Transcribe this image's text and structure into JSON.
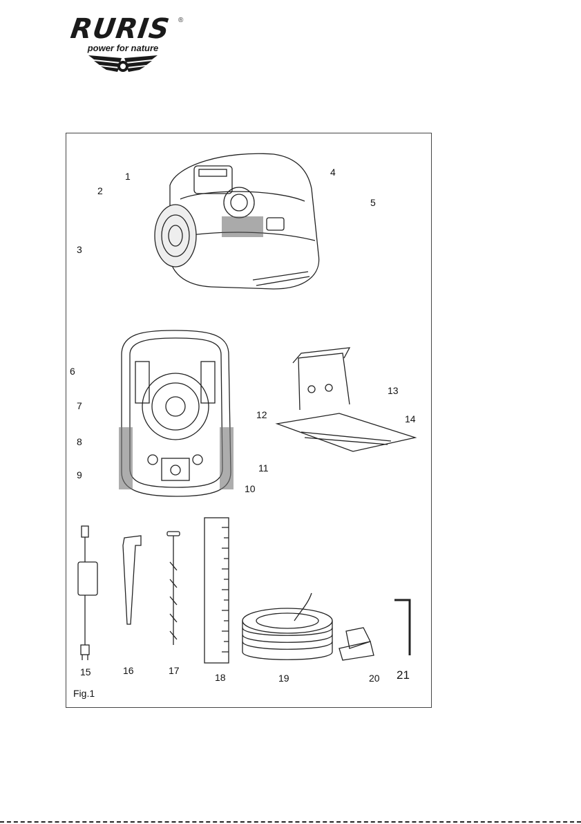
{
  "logo": {
    "brand": "RURIS",
    "registered": "®",
    "tagline": "power for nature"
  },
  "figure": {
    "caption": "Fig.1",
    "callouts": [
      "1",
      "2",
      "3",
      "4",
      "5",
      "6",
      "7",
      "8",
      "9",
      "10",
      "11",
      "12",
      "13",
      "14",
      "15",
      "16",
      "17",
      "18",
      "19",
      "20",
      "21"
    ]
  }
}
